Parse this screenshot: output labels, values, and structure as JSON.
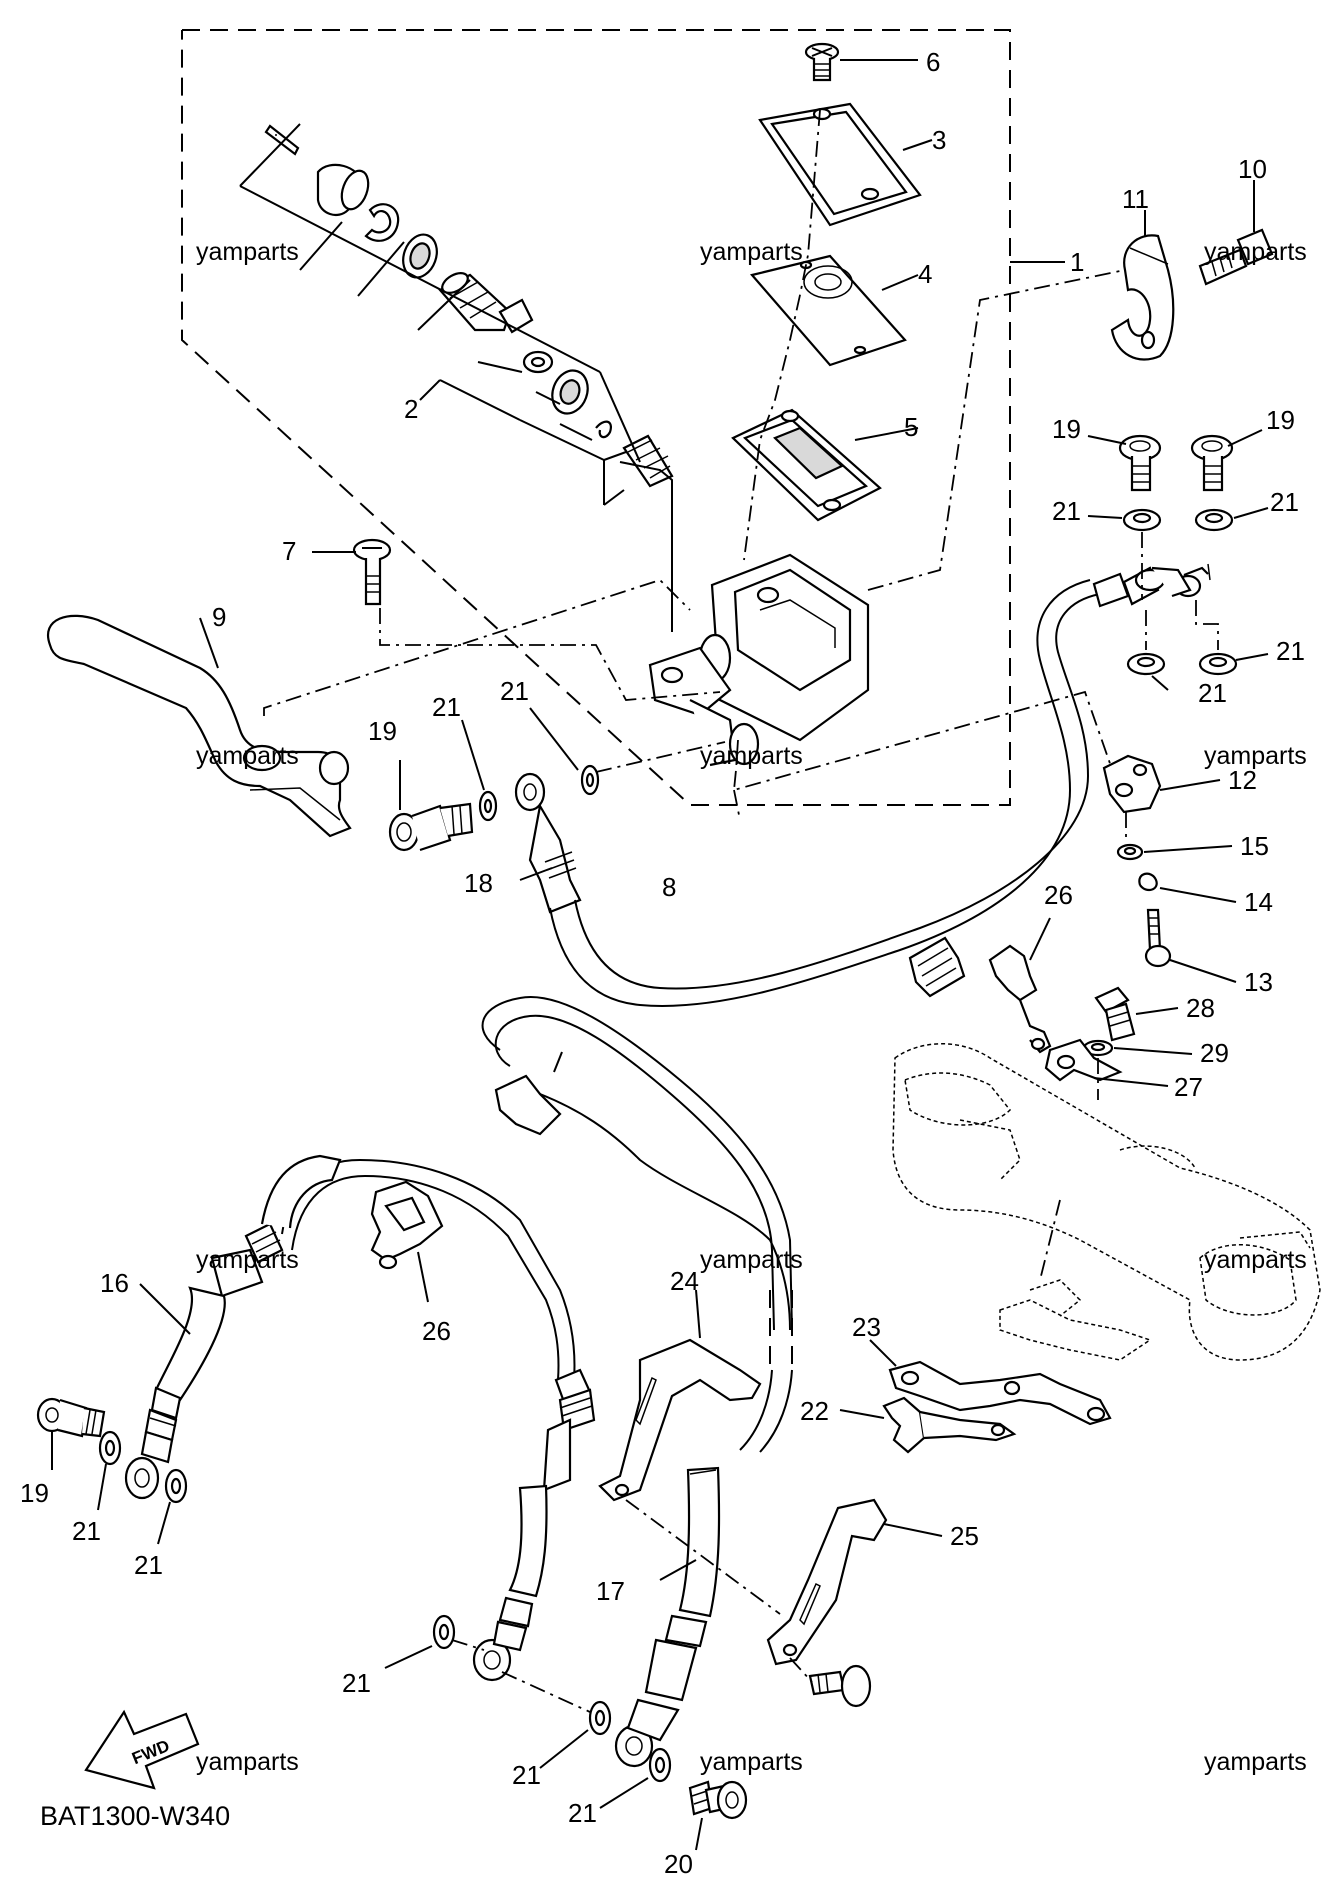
{
  "diagram_code": "BAT1300-W340",
  "direction_label": "FWD",
  "watermark": "yamparts",
  "callouts": {
    "c1": "1",
    "c2": "2",
    "c3": "3",
    "c4": "4",
    "c5": "5",
    "c6": "6",
    "c7": "7",
    "c8": "8",
    "c9": "9",
    "c10": "10",
    "c11": "11",
    "c12": "12",
    "c13": "13",
    "c14": "14",
    "c15": "15",
    "c16": "16",
    "c17": "17",
    "c18": "18",
    "c19": "19",
    "c20": "20",
    "c21": "21",
    "c22": "22",
    "c23": "23",
    "c24": "24",
    "c25": "25",
    "c26": "26",
    "c27": "27",
    "c28": "28",
    "c29": "29"
  }
}
